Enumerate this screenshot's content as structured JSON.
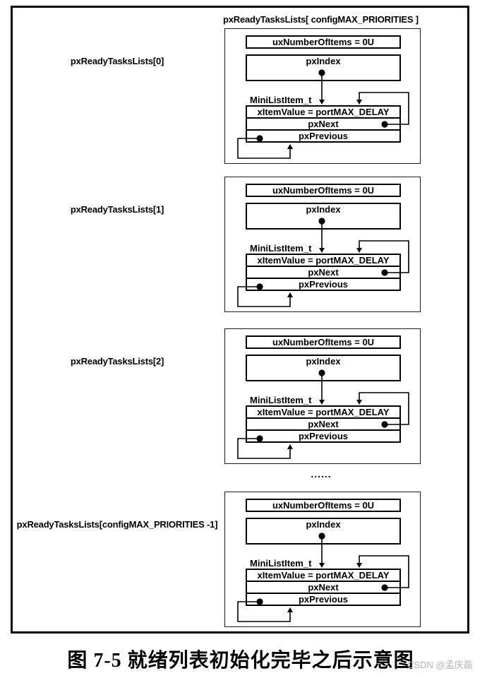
{
  "figure": {
    "array_title": "pxReadyTasksLists[ configMAX_PRIORITIES ]",
    "separator": "......",
    "caption": "图 7-5 就绪列表初始化完毕之后示意图",
    "watermark": "CSDN @孟庆磊",
    "colors": {
      "line": "#000000",
      "watermark": "#b5b5b5"
    }
  },
  "fields": {
    "num_items": "uxNumberOfItems = 0U",
    "index": "pxIndex",
    "struct": "MiniListItem_t",
    "item_value": "xItemValue = portMAX_DELAY",
    "next": "pxNext",
    "previous": "pxPrevious"
  },
  "blocks": [
    {
      "label": "pxReadyTasksLists[0]"
    },
    {
      "label": "pxReadyTasksLists[1]"
    },
    {
      "label": "pxReadyTasksLists[2]"
    },
    {
      "label": "pxReadyTasksLists[configMAX_PRIORITIES -1]"
    }
  ]
}
